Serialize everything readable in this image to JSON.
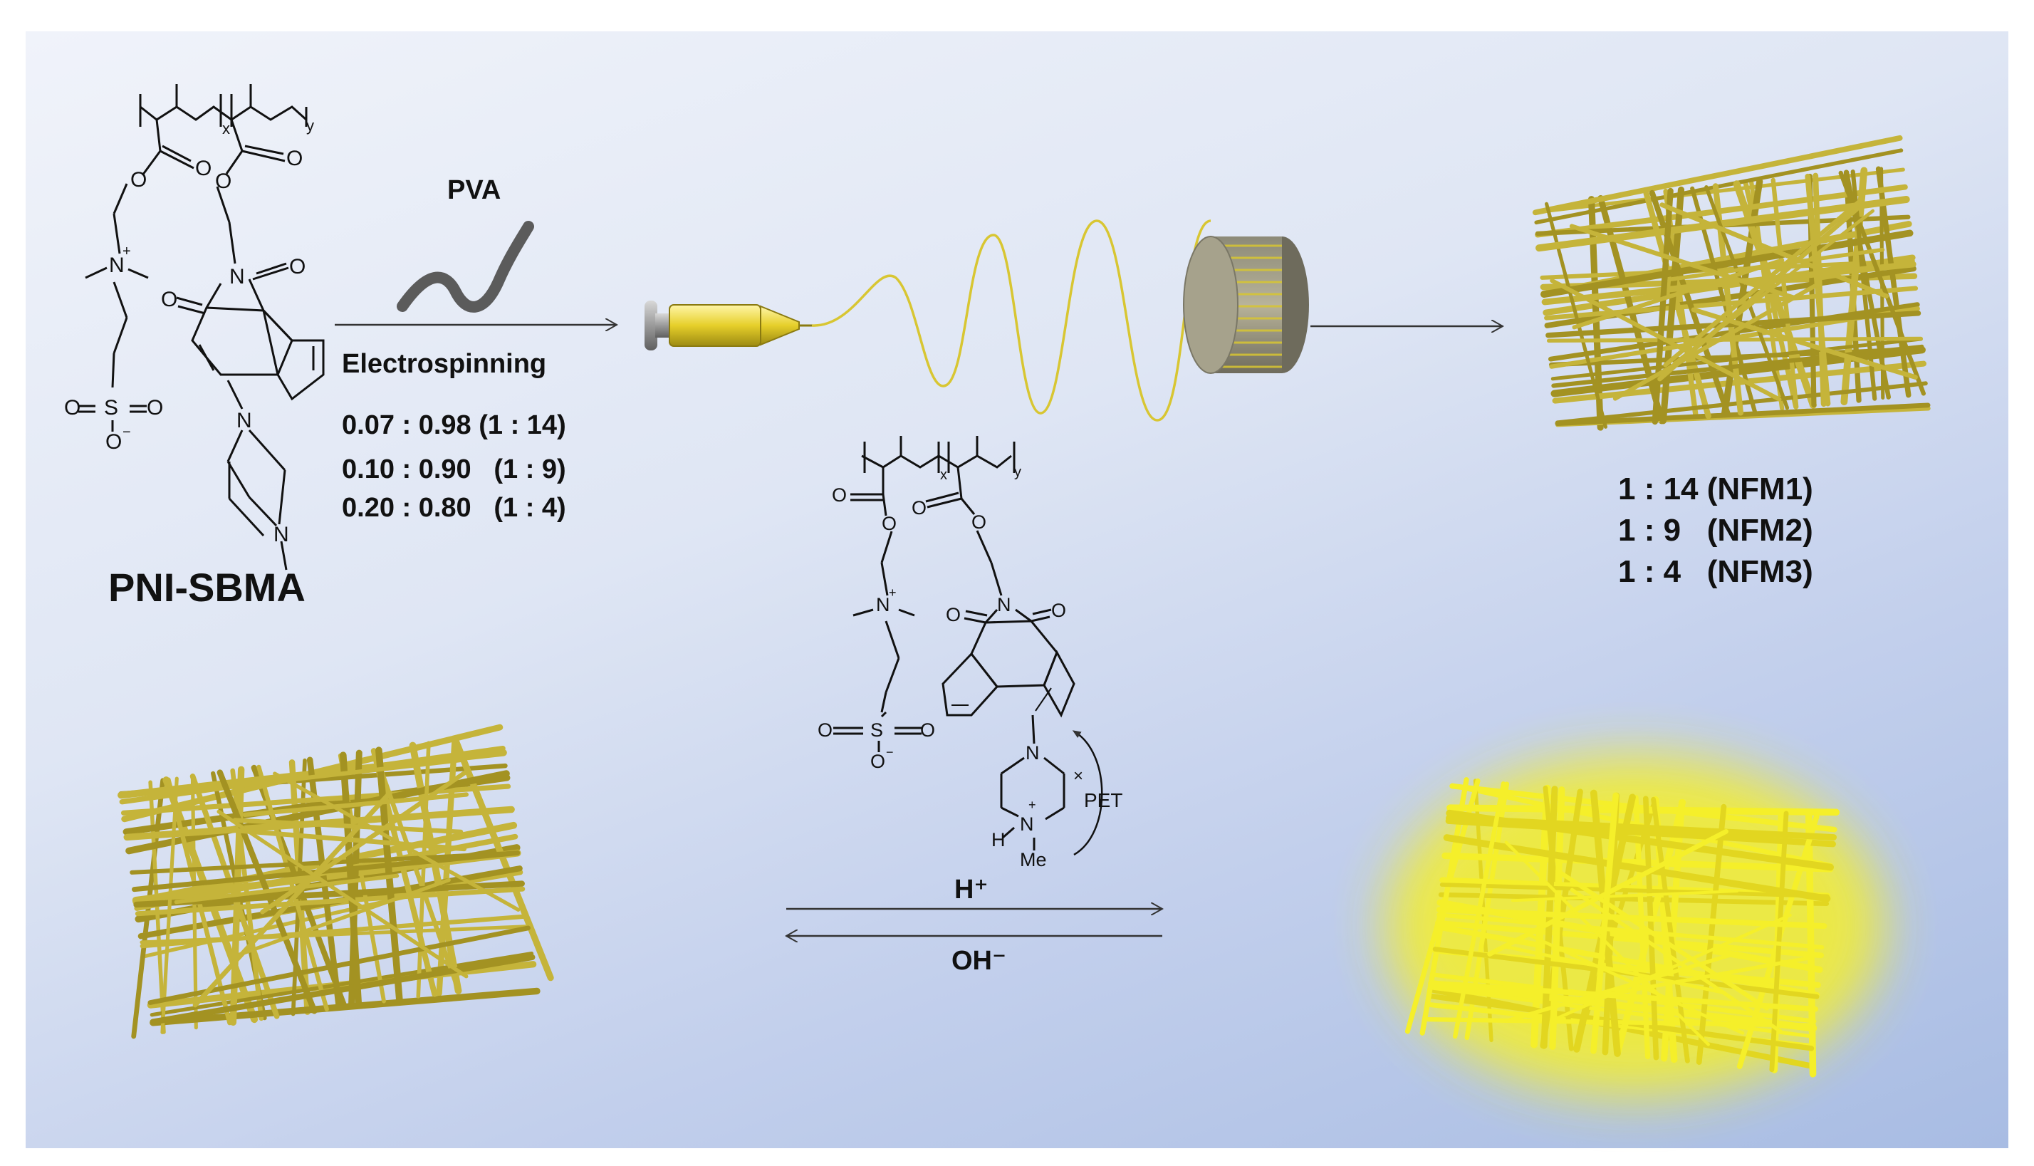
{
  "polymer_name": "PNI-SBMA",
  "reagent": "PVA",
  "process": "Electrospinning",
  "feed_ratios": [
    "0.07 : 0.98 (1 : 14)",
    "0.10 : 0.90   (1 : 9)",
    "0.20 : 0.80   (1 : 4)"
  ],
  "membranes": [
    "1 : 14 (NFM1)",
    "1 : 9   (NFM2)",
    "1 : 4   (NFM3)"
  ],
  "forward_reagent": "H⁺",
  "reverse_reagent": "OH⁻",
  "mechanism": "PET",
  "atoms": {
    "x": "x",
    "y": "y",
    "N": "N",
    "O": "O",
    "S": "S",
    "plus": "+",
    "minus": "−",
    "H": "H",
    "Me": "Me",
    "cross": "×"
  },
  "colors": {
    "background_light": "#f0f3fa",
    "background_dark": "#a8bce3",
    "fiber": "#a39222",
    "fiber_glow": "#f5ef2a",
    "jet": "#d8c632",
    "pva": "#5b5b5b"
  }
}
